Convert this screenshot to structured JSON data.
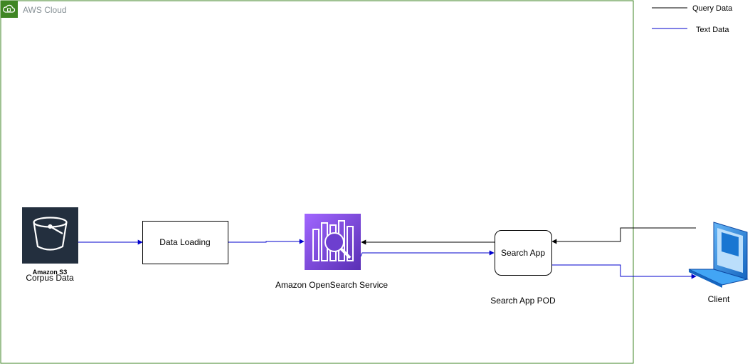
{
  "cloud": {
    "label": "AWS Cloud"
  },
  "legend": [
    {
      "label": "Query Data",
      "color": "#000000"
    },
    {
      "label": "Text Data",
      "color": "#0000cc"
    }
  ],
  "nodes": {
    "s3": {
      "icon": "amazon-s3-bucket-icon",
      "service_label": "Amazon S3",
      "caption": "Corpus Data"
    },
    "loading": {
      "label": "Data Loading"
    },
    "opensearch": {
      "icon": "opensearch-icon",
      "caption": "Amazon OpenSearch Service"
    },
    "searchapp": {
      "label": "Search App",
      "caption": "Search App POD"
    },
    "client": {
      "icon": "laptop-icon",
      "caption": "Client"
    }
  },
  "colors": {
    "cloud_border": "#3f8624",
    "query": "#000000",
    "text": "#0000cc",
    "s3_bg": "#232f3e",
    "opensearch_top": "#a166ff",
    "opensearch_bottom": "#5a30b5",
    "laptop": "#1e88e5"
  }
}
